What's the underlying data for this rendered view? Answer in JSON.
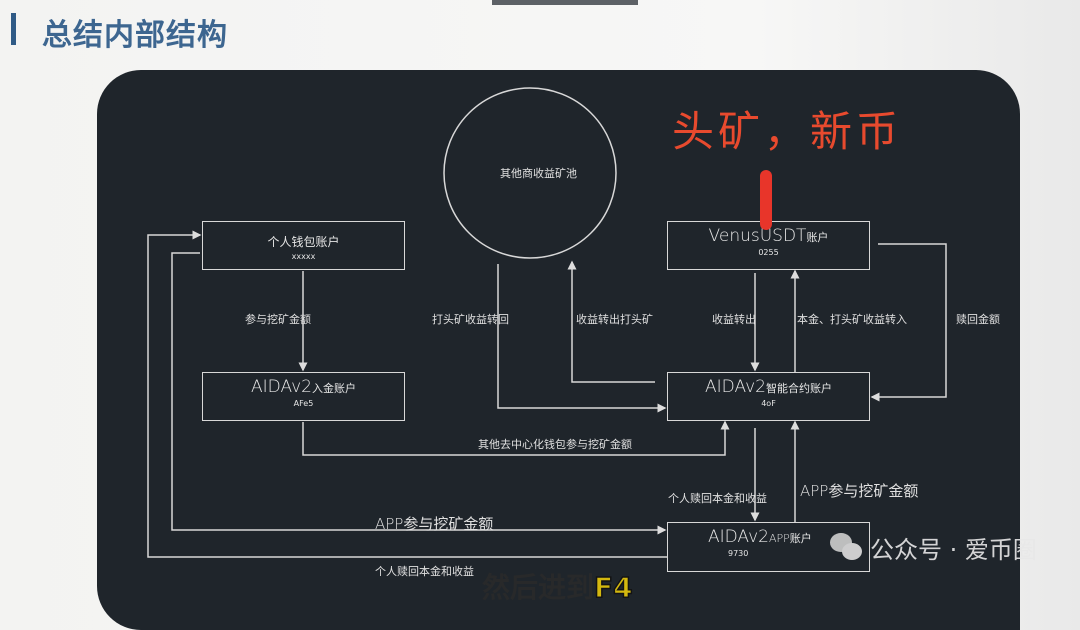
{
  "header": {
    "title": "总结内部结构",
    "accent_color": "#2f5a86"
  },
  "annotation": {
    "red_text": "头矿，新币",
    "red_color": "#e84a2e"
  },
  "diagram": {
    "pool": {
      "label": "其他商收益矿池"
    },
    "boxes": {
      "wallet": {
        "title": "个人钱包账户",
        "sub": "xxxxx"
      },
      "deposit": {
        "title": "AIDAv2",
        "title_cn": "入金账户",
        "sub": "AFe5"
      },
      "venus": {
        "title": "VenusUSDT",
        "title_cn": "账户",
        "sub": "0255"
      },
      "contract": {
        "title": "AIDAv2",
        "title_cn": "智能合约账户",
        "sub": "4oF"
      },
      "app": {
        "title": "AIDAv2",
        "title_cn": "APP账户",
        "sub": "9730"
      }
    },
    "edges": {
      "wallet_to_deposit": "参与挖矿金额",
      "deposit_to_contract": "其他去中心化钱包参与挖矿金额",
      "pool_to_contract": "打头矿收益转回",
      "contract_to_pool": "收益转出打头矿",
      "venus_to_contract": "收益转出",
      "contract_to_venus": "本金、打头矿收益转入",
      "venus_redeem": "赎回金额",
      "contract_to_app": "个人赎回本金和收益",
      "app_to_contract": "APP参与挖矿金额",
      "wallet_to_app": "APP参与挖矿金额",
      "app_to_wallet": "个人赎回本金和收益"
    }
  },
  "subtitle": {
    "text": "然后进到",
    "highlight": "F4"
  },
  "watermark": {
    "text": "公众号 · 爱币圈",
    "icon": "wechat-icon"
  }
}
